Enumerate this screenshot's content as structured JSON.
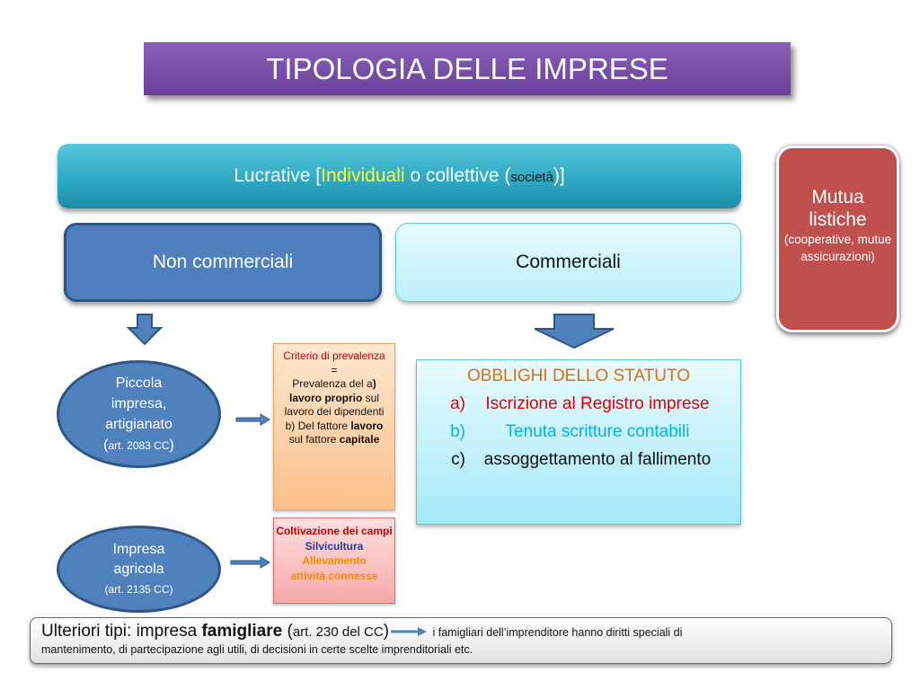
{
  "title": "TIPOLOGIA DELLE IMPRESE",
  "lucrative": {
    "prefix": "Lucrative [",
    "individuali": "Individuali",
    "middle": " o collettive (",
    "societa": "società",
    "suffix": ")]"
  },
  "non_commerciali": "Non commerciali",
  "commerciali": "Commerciali",
  "mutua": {
    "line1": "Mutua",
    "line2": "listiche",
    "detail": "(cooperative, mutue assicurazioni)"
  },
  "piccola": {
    "line1": "Piccola",
    "line2": "impresa,",
    "line3": "artigianato",
    "ref_open": "(",
    "ref": "art. 2083 CC",
    "ref_close": ")"
  },
  "agricola": {
    "line1": "Impresa",
    "line2": "agricola",
    "ref": "(art. 2135 CC)"
  },
  "criterio": {
    "title": "Criterio di prevalenza",
    "equals": "=",
    "t1": "Prevalenza del a",
    "t2": ")",
    "t3": "lavoro proprio",
    "t4": " sul lavoro dei dipendenti",
    "t5": "b) Del fattore",
    "t6": "lavoro",
    "t7": " sul fattore",
    "t8": "capitale"
  },
  "coltivazione": {
    "items": [
      {
        "text": "Coltivazione dei campi",
        "color": "#c00000"
      },
      {
        "text": "Silvicultura",
        "color": "#1f3a93"
      },
      {
        "text": "Allevamento",
        "color": "#f08c00"
      },
      {
        "text": "attività connesse",
        "color": "#f08c00"
      }
    ]
  },
  "obblighi": {
    "heading": "OBBLIGHI DELLO STATUTO",
    "a_marker": "a)",
    "a_text": "Iscrizione al Registro imprese",
    "b_marker": "b)",
    "b_text": "Tenuta scritture contabili",
    "c_marker": "c)",
    "c_text": "assoggettamento al fallimento",
    "colors": {
      "heading": "#e36c09",
      "a": "#e00000",
      "b": "#00b0e8",
      "c": "#111111"
    }
  },
  "bottom": {
    "t1": "Ulteriori tipi: impresa ",
    "t2": "famigliare",
    "t3": " (",
    "t4": "art. 230 del CC",
    "t5": ")",
    "t6": " i famigliari dell’imprenditore hanno diritti speciali di",
    "line2": "mantenimento, di partecipazione agli utili, di decisioni in certe scelte imprenditoriali etc."
  }
}
